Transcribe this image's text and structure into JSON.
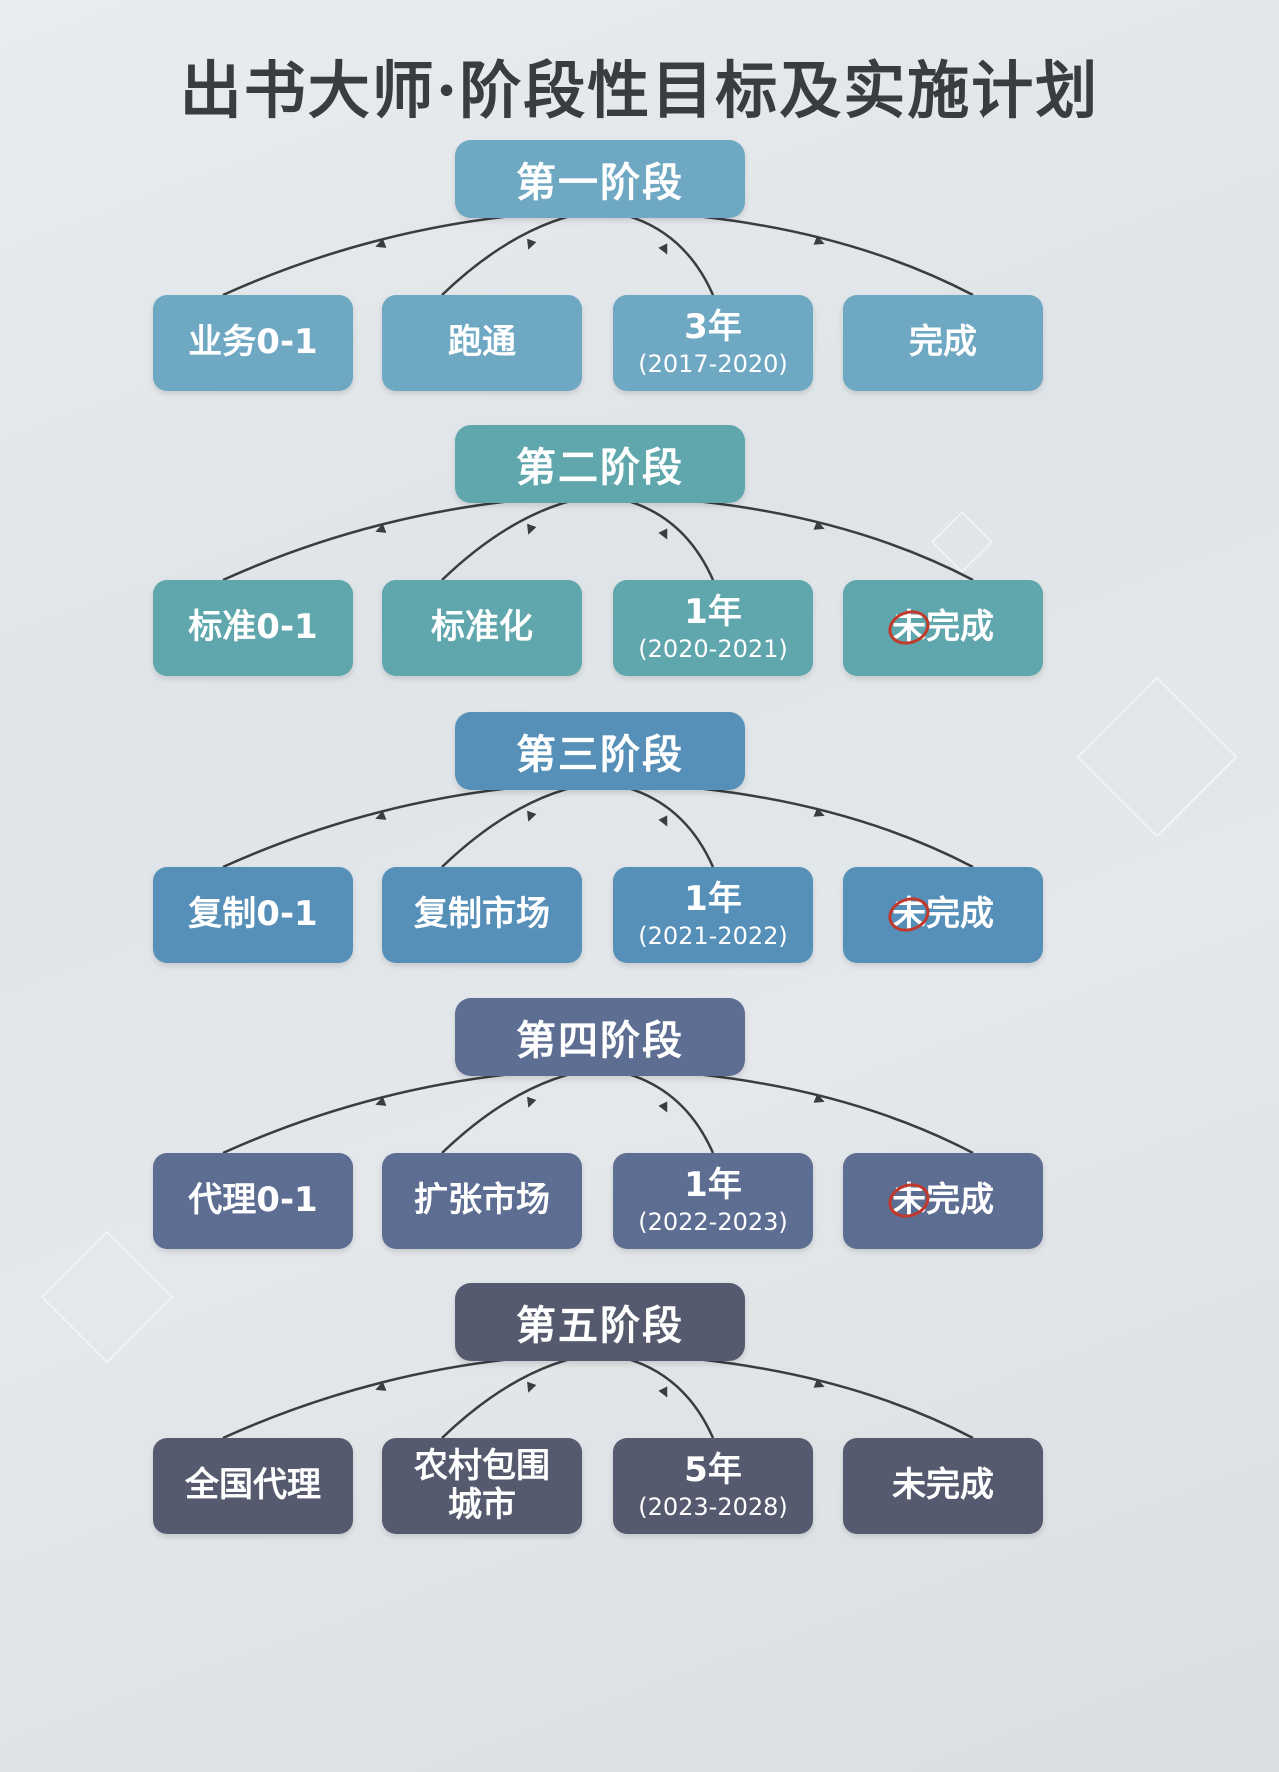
{
  "title": "出书大师·阶段性目标及实施计划",
  "stages": [
    {
      "name": "第一阶段",
      "color": "#6fa8c3",
      "items": [
        {
          "main": "业务0-1"
        },
        {
          "main": "跑通"
        },
        {
          "main": "3年",
          "sub": "(2017-2020)"
        },
        {
          "main": "完成"
        }
      ]
    },
    {
      "name": "第二阶段",
      "color": "#5fa7ac",
      "items": [
        {
          "main": "标准0-1"
        },
        {
          "main": "标准化"
        },
        {
          "main": "1年",
          "sub": "(2020-2021)"
        },
        {
          "main_struck": "未",
          "main": "完成"
        }
      ]
    },
    {
      "name": "第三阶段",
      "color": "#5690b8",
      "items": [
        {
          "main": "复制0-1"
        },
        {
          "main": "复制市场"
        },
        {
          "main": "1年",
          "sub": "(2021-2022)"
        },
        {
          "main_struck": "未",
          "main": "完成"
        }
      ]
    },
    {
      "name": "第四阶段",
      "color": "#5e6e93",
      "items": [
        {
          "main": "代理0-1"
        },
        {
          "main": "扩张市场"
        },
        {
          "main": "1年",
          "sub": "(2022-2023)"
        },
        {
          "main_struck": "未",
          "main": "完成"
        }
      ]
    },
    {
      "name": "第五阶段",
      "color": "#565a6e",
      "items": [
        {
          "main": "全国代理"
        },
        {
          "main_line1": "农村包围",
          "main_line2": "城市"
        },
        {
          "main": "5年",
          "sub": "(2023-2028)"
        },
        {
          "main": "未完成"
        }
      ]
    }
  ]
}
